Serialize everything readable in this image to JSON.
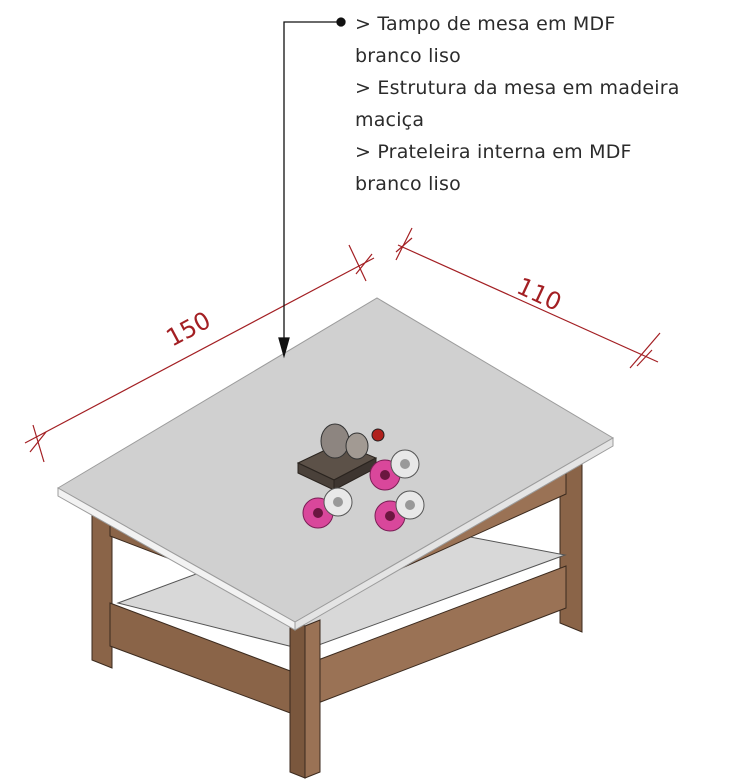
{
  "notes": {
    "lines": [
      "> Tampo de mesa em MDF",
      "branco liso",
      "> Estrutura da mesa em madeira",
      "maciça",
      "> Prateleira interna em MDF",
      "branco liso"
    ]
  },
  "dimensions": {
    "length": "150",
    "width": "110"
  },
  "colors": {
    "dimension_line": "#a31f23",
    "leader_line": "#111111",
    "table_top": "#d0d0d0",
    "table_top_edge": "#f2f2f2",
    "wood": "#8a6448",
    "wood_dark": "#6b4a33",
    "shelf": "#d8d8d8",
    "flower_pink": "#d9479b",
    "flower_white": "#e8e8e8"
  },
  "icons": {
    "decor": [
      "wooden-tray-icon",
      "flower-icon"
    ]
  }
}
